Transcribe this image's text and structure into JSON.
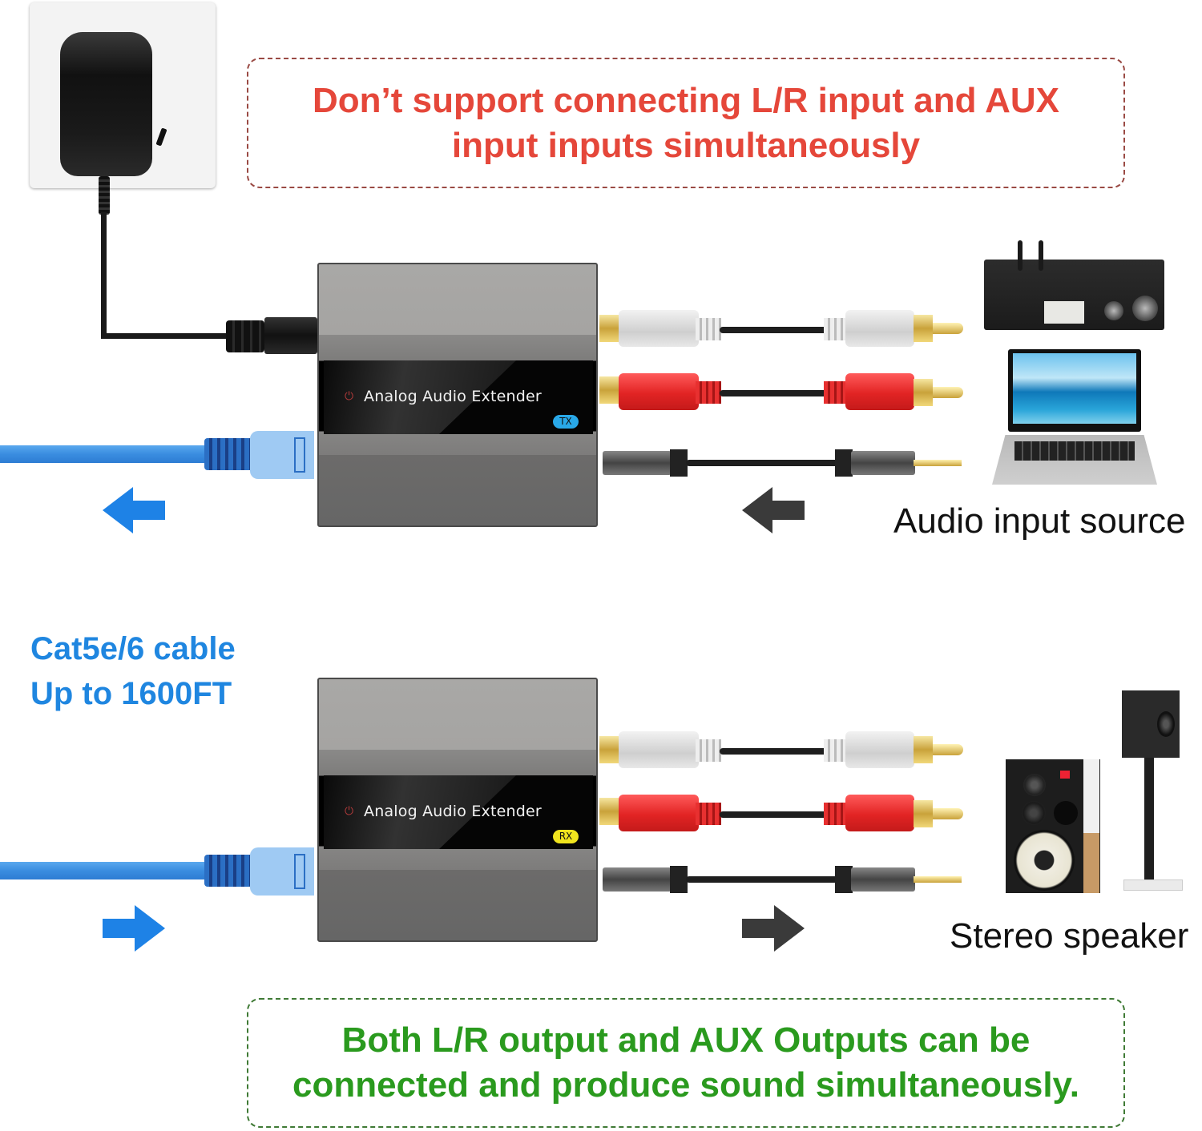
{
  "notes": {
    "warning": {
      "line1": "Don’t support connecting L/R input and AUX",
      "line2": "input inputs simultaneously",
      "color": "#e5473a"
    },
    "info": {
      "line1": "Both L/R output and AUX Outputs can be",
      "line2": "connected and produce sound simultaneously.",
      "color": "#2a9a1e"
    }
  },
  "cable_label": {
    "line1": "Cat5e/6 cable",
    "line2": "Up to 1600FT",
    "color": "#1f86e0"
  },
  "transmitter": {
    "title": "Analog Audio Extender",
    "badge": "TX",
    "badge_color": "#29a8e8",
    "power_icon": "power-icon"
  },
  "receiver": {
    "title": "Analog Audio Extender",
    "badge": "RX",
    "badge_color": "#f0e41e",
    "power_icon": "power-icon"
  },
  "labels": {
    "input_source": "Audio input source",
    "output_device": "Stereo speaker"
  },
  "icons": {
    "arrow_left": "←",
    "arrow_right": "→",
    "power": "⏻"
  }
}
